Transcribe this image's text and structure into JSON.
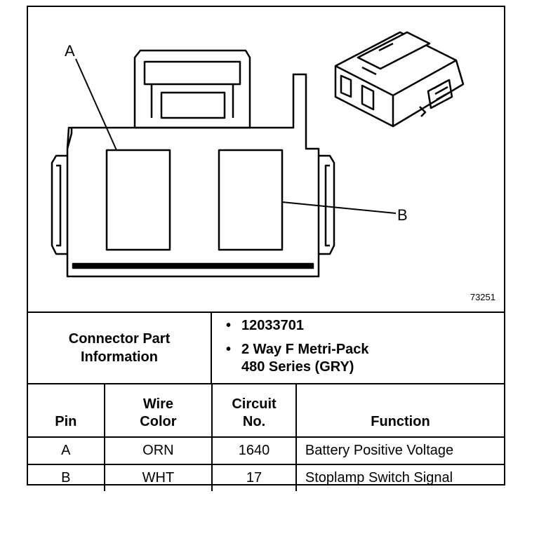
{
  "diagram": {
    "figure_number": "73251",
    "label_a": "A",
    "label_b": "B"
  },
  "connector_info": {
    "heading_line1": "Connector Part",
    "heading_line2": "Information",
    "part_number": "12033701",
    "description_line1": "2 Way F Metri-Pack",
    "description_line2": "480 Series (GRY)"
  },
  "pin_table": {
    "headers": {
      "pin": "Pin",
      "wire_color_1": "Wire",
      "wire_color_2": "Color",
      "circuit_1": "Circuit",
      "circuit_2": "No.",
      "function": "Function"
    },
    "rows": [
      {
        "pin": "A",
        "wire_color": "ORN",
        "circuit": "1640",
        "function": "Battery Positive Voltage"
      },
      {
        "pin": "B",
        "wire_color": "WHT",
        "circuit": "17",
        "function": "Stoplamp Switch Signal"
      }
    ]
  }
}
